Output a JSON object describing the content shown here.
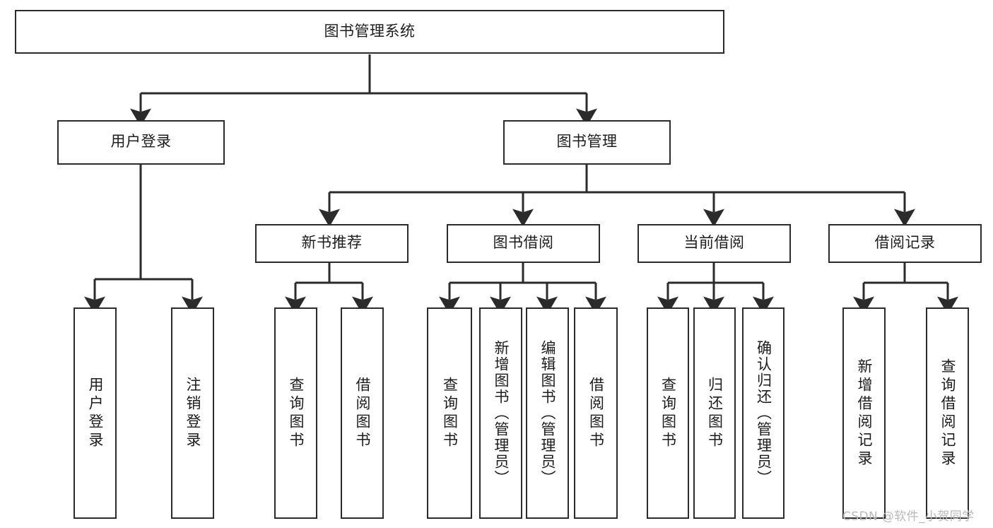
{
  "diagram": {
    "title": "图书管理系统",
    "type": "hierarchy-tree",
    "colors": {
      "stroke": "#2b2b2b",
      "fill": "#ffffff",
      "text": "#1c1c1c",
      "watermark": "#b9b9b9"
    },
    "levels": {
      "root": {
        "label": "图书管理系统",
        "orientation": "horizontal"
      },
      "level2": [
        {
          "label": "用户登录",
          "orientation": "horizontal"
        },
        {
          "label": "图书管理",
          "orientation": "horizontal"
        }
      ],
      "level3": [
        {
          "label": "新书推荐",
          "orientation": "horizontal",
          "parent": "图书管理"
        },
        {
          "label": "图书借阅",
          "orientation": "horizontal",
          "parent": "图书管理"
        },
        {
          "label": "当前借阅",
          "orientation": "horizontal",
          "parent": "图书管理"
        },
        {
          "label": "借阅记录",
          "orientation": "horizontal",
          "parent": "图书管理"
        }
      ],
      "leaves": [
        {
          "label": "用户登录",
          "orientation": "vertical",
          "parent": "用户登录"
        },
        {
          "label": "注销登录",
          "orientation": "vertical",
          "parent": "用户登录"
        },
        {
          "label": "查询图书",
          "orientation": "vertical",
          "parent": "新书推荐"
        },
        {
          "label": "借阅图书",
          "orientation": "vertical",
          "parent": "新书推荐"
        },
        {
          "label": "查询图书",
          "orientation": "vertical",
          "parent": "图书借阅"
        },
        {
          "label": "新增图书（管理员）",
          "orientation": "vertical",
          "parent": "图书借阅"
        },
        {
          "label": "编辑图书（管理员）",
          "orientation": "vertical",
          "parent": "图书借阅"
        },
        {
          "label": "借阅图书",
          "orientation": "vertical",
          "parent": "图书借阅"
        },
        {
          "label": "查询图书",
          "orientation": "vertical",
          "parent": "当前借阅"
        },
        {
          "label": "归还图书",
          "orientation": "vertical",
          "parent": "当前借阅"
        },
        {
          "label": "确认归还（管理员）",
          "orientation": "vertical",
          "parent": "当前借阅"
        },
        {
          "label": "新增借阅记录",
          "orientation": "vertical",
          "parent": "借阅记录"
        },
        {
          "label": "查询借阅记录",
          "orientation": "vertical",
          "parent": "借阅记录"
        }
      ]
    }
  },
  "watermark": {
    "text": "CSDN @软件_小贺同学"
  }
}
